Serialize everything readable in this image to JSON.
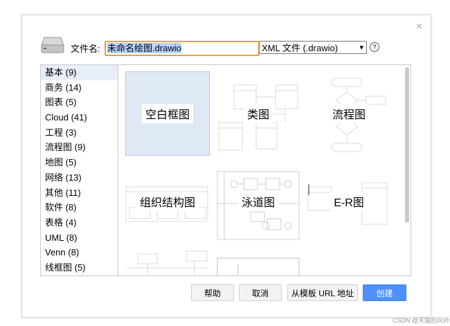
{
  "dialog": {
    "close_glyph": "×",
    "filename_label": "文件名:",
    "filename_value": "未命名绘图.drawio",
    "format_value": "XML 文件 (.drawio)",
    "help_glyph": "?"
  },
  "categories": [
    {
      "label": "基本 (9)"
    },
    {
      "label": "商务 (14)"
    },
    {
      "label": "图表 (5)"
    },
    {
      "label": "Cloud (41)"
    },
    {
      "label": "工程 (3)"
    },
    {
      "label": "流程图 (9)"
    },
    {
      "label": "地图 (5)"
    },
    {
      "label": "网络 (13)"
    },
    {
      "label": "其他 (11)"
    },
    {
      "label": "软件 (8)"
    },
    {
      "label": "表格 (4)"
    },
    {
      "label": "UML (8)"
    },
    {
      "label": "Venn (8)"
    },
    {
      "label": "线框图 (5)"
    }
  ],
  "templates": [
    {
      "label": "空白框图"
    },
    {
      "label": "类图"
    },
    {
      "label": "流程图"
    },
    {
      "label": "组织结构图"
    },
    {
      "label": "泳道图"
    },
    {
      "label": "E-R图"
    }
  ],
  "buttons": {
    "help": "帮助",
    "cancel": "取消",
    "from_url": "从模板 URL 地址",
    "create": "创建"
  },
  "watermark": "CSDN @天国的风铃",
  "colors": {
    "accent": "#4d90fe",
    "selected_bg": "#dfe8f5",
    "input_border": "#e8a13c"
  }
}
